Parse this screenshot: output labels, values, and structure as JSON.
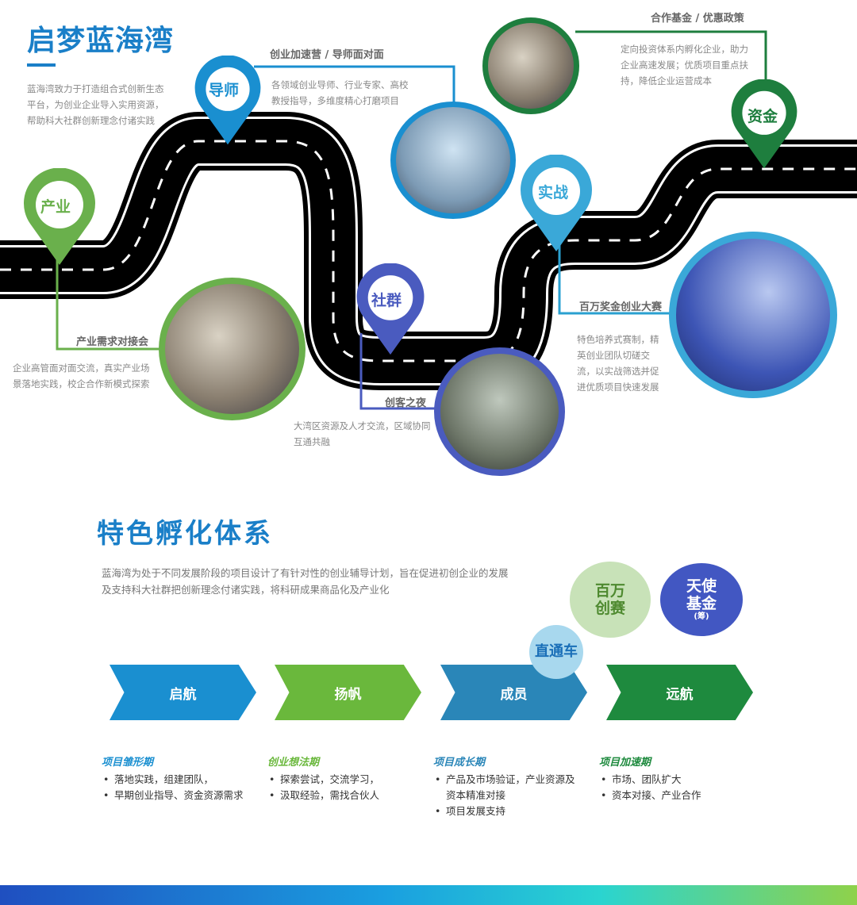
{
  "section1": {
    "title": "启梦蓝海湾",
    "intro": "蓝海湾致力于打造组合式创新生态平台，为创业企业导入实用资源，帮助科大社群创新理念付诸实践",
    "pins": {
      "industry": "产业",
      "mentor": "导师",
      "community": "社群",
      "practice": "实战",
      "funding": "资金"
    },
    "items": [
      {
        "heading": "产业需求对接会",
        "text": "企业高管面对面交流，真实产业场景落地实践，校企合作新模式探索"
      },
      {
        "heading": "创业加速营 / 导师面对面",
        "text": "各领域创业导师、行业专家、高校教授指导，多维度精心打磨项目"
      },
      {
        "heading": "创客之夜",
        "text": "大湾区资源及人才交流，区域协同互通共融"
      },
      {
        "heading": "百万奖金创业大赛",
        "text": "特色培养式赛制，精英创业团队切磋交流，以实战筛选并促进优质项目快速发展"
      },
      {
        "heading": "合作基金 / 优惠政策",
        "text": "定向投资体系内孵化企业，助力企业高速发展；优质项目重点扶持，降低企业运营成本"
      }
    ]
  },
  "section2": {
    "title": "特色孵化体系",
    "intro": "蓝海湾为处于不同发展阶段的项目设计了有针对性的创业辅导计划，旨在促进初创企业的发展及支持科大社群把创新理念付诸实践，将科研成果商品化及产业化",
    "bubbles": {
      "express": "直通车",
      "contest_1": "百万",
      "contest_2": "创赛",
      "angel_1": "天使",
      "angel_2": "基金",
      "angel_note": "(筹)"
    },
    "stages": [
      {
        "label": "启航",
        "phase": "项目雏形期",
        "color": "#1a8fd0",
        "bullets": [
          "落地实践，组建团队，",
          "早期创业指导、资金资源需求"
        ]
      },
      {
        "label": "扬帆",
        "phase": "创业想法期",
        "color": "#6ab83c",
        "bullets": [
          "探索尝试，交流学习，",
          "汲取经验，需找合伙人"
        ]
      },
      {
        "label": "成员",
        "phase": "项目成长期",
        "color": "#2a86b8",
        "bullets": [
          "产品及市场验证，产业资源及资本精准对接",
          "项目发展支持"
        ]
      },
      {
        "label": "远航",
        "phase": "项目加速期",
        "color": "#1e8a3e",
        "bullets": [
          "市场、团队扩大",
          "资本对接、产业合作"
        ]
      }
    ]
  }
}
